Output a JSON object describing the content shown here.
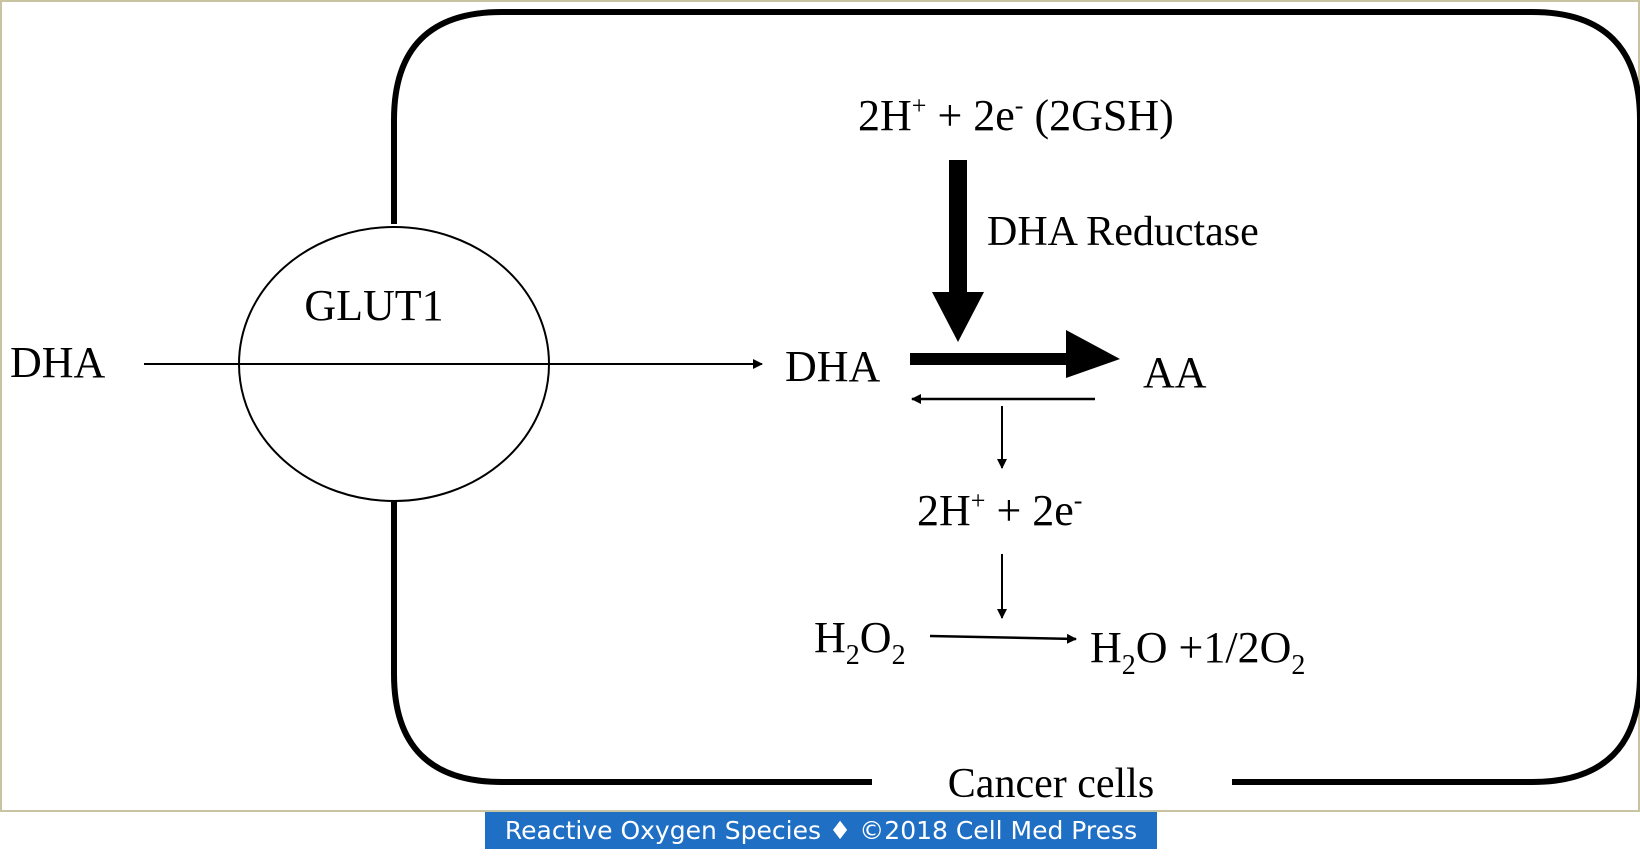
{
  "labels": {
    "cofactor_top_prefix": "2H",
    "cofactor_top_plus_sup": "+",
    "cofactor_top_mid": " + 2e",
    "cofactor_top_minus_sup": "-",
    "cofactor_top_suffix": " (2GSH)",
    "enzyme": "DHA Reductase",
    "glut1": "GLUT1",
    "dha_outside": "DHA",
    "dha_inside": "DHA",
    "aa": "AA",
    "electrons_prefix": "2H",
    "electrons_plus_sup": "+",
    "electrons_mid": " + 2e",
    "electrons_minus_sup": "-",
    "h2o2_h": "H",
    "h2o2_sub1": "2",
    "h2o2_o": "O",
    "h2o2_sub2": "2",
    "products_h": "H",
    "products_sub1": "2",
    "products_mid": "O +1/2O",
    "products_sub2": "2",
    "cell_label": "Cancer cells"
  },
  "footer": {
    "text": "Reactive Oxygen Species ♦ ©2018 Cell Med Press"
  },
  "colors": {
    "footer_bg": "#1f6fc4",
    "frame_border": "#c8c3a0",
    "ink": "#000000"
  }
}
